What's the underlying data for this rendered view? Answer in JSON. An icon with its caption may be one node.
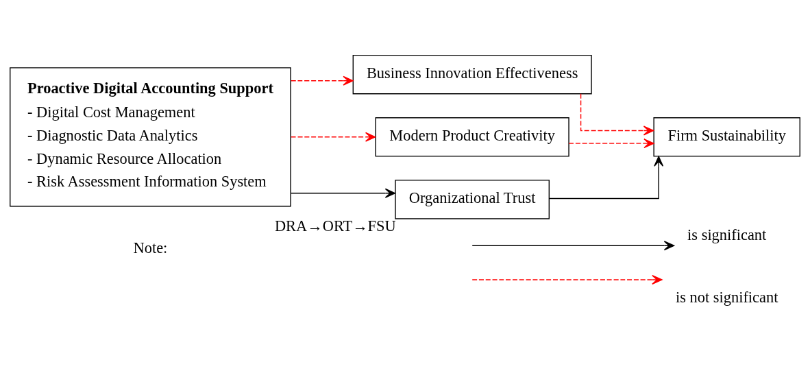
{
  "diagram": {
    "nodes": [
      {
        "text": [
          "Proactive Digital Accounting Support",
          "- Digital Cost Management",
          "- Diagnostic Data Analytics",
          "- Dynamic Resource Allocation",
          "- Risk Assessment Information System"
        ]
      },
      {
        "text": [
          "Business Innovation Effectiveness"
        ]
      },
      {
        "text": [
          "Modern Product Creativity"
        ]
      },
      {
        "text": [
          "Organizational Trust"
        ],
        "beside": [
          "DRA→ORT→FSU"
        ]
      },
      {
        "text": [
          "Firm Sustainability"
        ]
      }
    ],
    "edges": [
      {
        "from": 0,
        "to": 1,
        "arrow": "to",
        "style": "dashed",
        "color": "#ff0000"
      },
      {
        "from": 0,
        "to": 2,
        "arrow": "to",
        "style": "dashed",
        "color": "#ff0000"
      },
      {
        "from": 0,
        "to": 3,
        "arrow": "to",
        "color": "#000000"
      },
      {
        "from": 1,
        "to": 4,
        "arrow": "to",
        "style": "dashed",
        "color": "#ff0000"
      },
      {
        "from": 2,
        "to": 4,
        "arrow": "to",
        "style": "dashed",
        "color": "#ff0000"
      },
      {
        "from": 3,
        "to": 4,
        "arrow": "to",
        "color": "#000000"
      }
    ],
    "labels": [
      "Note:"
    ],
    "legend": [
      {
        "text": "is significant"
      },
      {
        "text": "is not significant"
      }
    ]
  }
}
